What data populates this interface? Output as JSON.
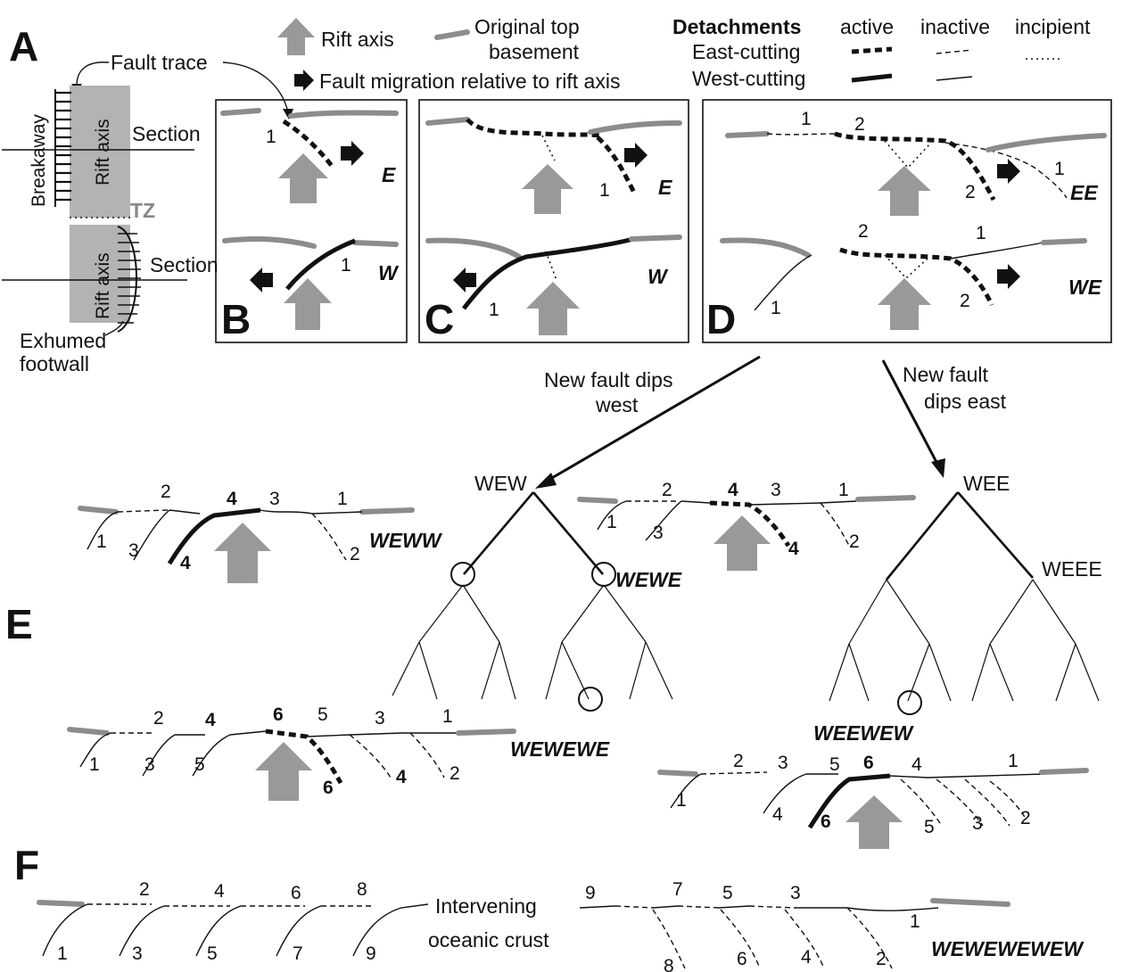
{
  "legend": {
    "rift_axis": "Rift axis",
    "original_top": "Original top",
    "basement": "basement",
    "fault_migration": "Fault migration relative to rift axis",
    "detachments": "Detachments",
    "active": "active",
    "inactive": "inactive",
    "incipient": "incipient",
    "east_cutting": "East-cutting",
    "west_cutting": "West-cutting"
  },
  "colors": {
    "basement": "#8c8c8c",
    "arrow": "#999999",
    "line": "#111111"
  },
  "panel_a": {
    "label": "A",
    "fault_trace": "Fault trace",
    "breakaway": "Breakaway",
    "rift_axis_top": "Rift axis",
    "rift_axis_bottom": "Rift axis",
    "section_top": "Section",
    "section_bottom": "Section",
    "tz": "TZ",
    "exhumed": "Exhumed",
    "footwall": "footwall"
  },
  "panel_b": {
    "label": "B",
    "top_code": "E",
    "bottom_code": "W",
    "n1": "1",
    "n2": "1"
  },
  "panel_c": {
    "label": "C",
    "top_code": "E",
    "bottom_code": "W",
    "n1": "1",
    "n2": "1"
  },
  "panel_d": {
    "label": "D",
    "top_code": "EE",
    "bottom_code": "WE",
    "t1": "1",
    "t2": "2",
    "t3": "2",
    "t4": "1",
    "b1": "2",
    "b2": "1",
    "b3": "2",
    "b4": "1"
  },
  "arrows_text": {
    "west_1": "New fault dips",
    "west_2": "west",
    "east_1": "New fault",
    "east_2": "dips east"
  },
  "tree": {
    "wew": "WEW",
    "wee": "WEE",
    "weee": "WEEE",
    "wewe": "WEWE"
  },
  "panel_e": {
    "label": "E",
    "weww": "WEWW",
    "wewewe": "WEWEWE",
    "weewew": "WEEWEW"
  },
  "panel_f": {
    "label": "F",
    "intervening_1": "Intervening",
    "intervening_2": "oceanic crust",
    "code": "WEWEWEWEW"
  }
}
